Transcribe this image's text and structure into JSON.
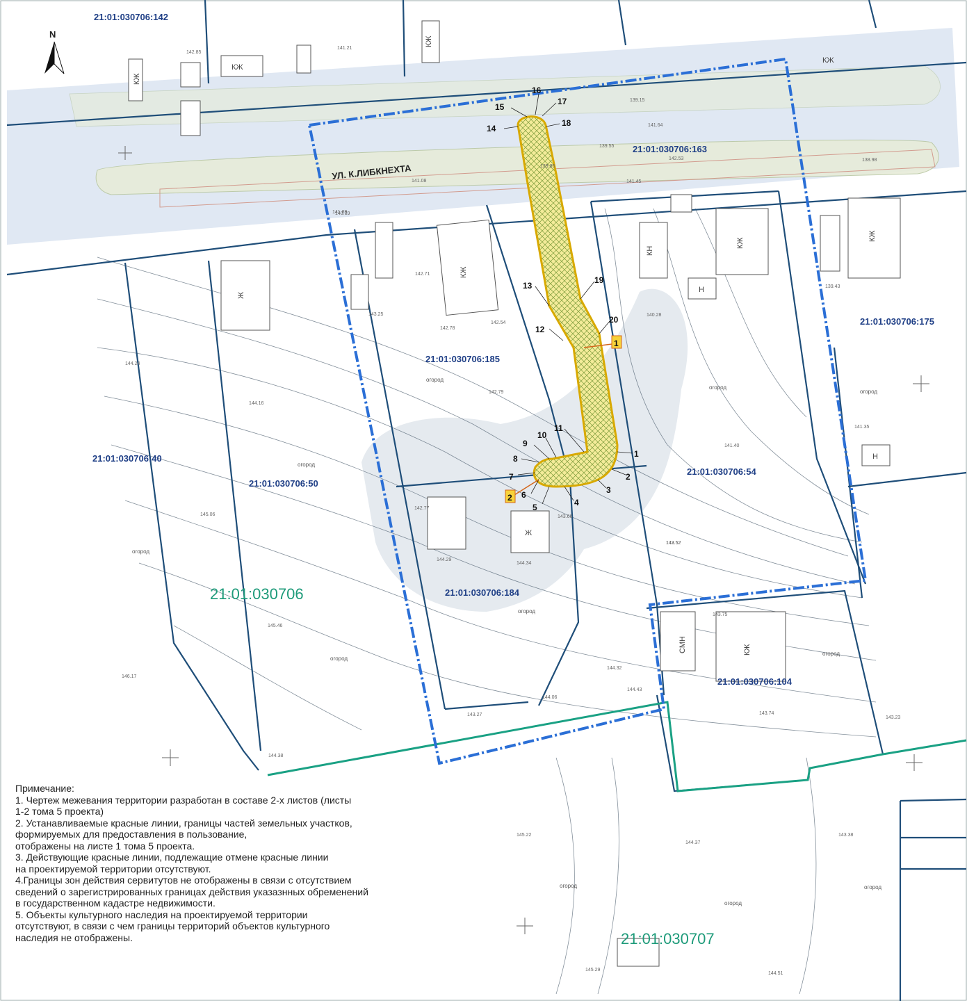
{
  "north": "N",
  "street": "УЛ. К.ЛИБКНЕХТА",
  "parcels": [
    "21:01:030706:142",
    "21:01:030706:163",
    "21:01:030706:175",
    "21:01:030706:185",
    "21:01:030706:40",
    "21:01:030706:50",
    "21:01:030706:54",
    "21:01:030706:184",
    "21:01:030706:104"
  ],
  "blocks": [
    "21:01:030706",
    "21:01:030707"
  ],
  "points": [
    "1",
    "2",
    "3",
    "4",
    "5",
    "6",
    "7",
    "8",
    "9",
    "10",
    "11",
    "12",
    "13",
    "14",
    "15",
    "16",
    "17",
    "18",
    "19",
    "20"
  ],
  "markers": [
    "1",
    "2"
  ],
  "buildings": {
    "kzh": "КЖ",
    "zh": "Ж",
    "n": "Н",
    "kn": "КН",
    "smn": "СМН"
  },
  "garden": "огород",
  "elevations": [
    "142.85",
    "141.21",
    "142.71",
    "142.78",
    "142.54",
    "143.25",
    "142.79",
    "144.24",
    "144.16",
    "145.06",
    "145.46",
    "146.17",
    "144.29",
    "144.34",
    "143.66",
    "142.77",
    "141.89",
    "144.06",
    "143.27",
    "144.38",
    "143.52",
    "144.32",
    "144.43",
    "143.75",
    "143.74",
    "143.23",
    "142.52",
    "141.40",
    "140.28",
    "139.43",
    "141.35",
    "145.22",
    "144.37",
    "143.38",
    "145.29",
    "144.51",
    "139.15",
    "139.55",
    "141.64",
    "142.53",
    "141.45",
    "138.98",
    "141.08",
    "140.89",
    "139.85"
  ],
  "notes": [
    "Примечание:",
    "1. Чертеж межевания территории разработан в составе 2-х листов (листы",
    "1-2 тома 5 проекта)",
    "2. Устанавливаемые красные линии, границы  частей земельных  участков,",
    "формируемых для предоставления в пользование,",
    "отображены на листе 1 тома 5 проекта.",
    "3. Действующие красные линии, подлежащие отмене красные линии",
    "на проектируемой территории отсутствуют.",
    "4.Границы зон действия сервитутов не отображены в связи с отсутствием",
    "сведений о зарегистрированных границах действия указазнных обременений",
    "в государственном кадастре недвижимости.",
    "5. Объекты культурного наследия на проектируемой территории",
    "отсутствуют, в связи с чем границы территорий объектов культурного",
    "наследия не отображены."
  ],
  "colors": {
    "parcel": "#1f4e79",
    "boundary": "#2b6fd6",
    "zone": "#f5e96a",
    "zoneEdge": "#d8a900",
    "green": "#1aa184",
    "road": "#c9d6ea",
    "marker": "#f7d23a"
  },
  "icons": {
    "north": "north-arrow-icon"
  }
}
